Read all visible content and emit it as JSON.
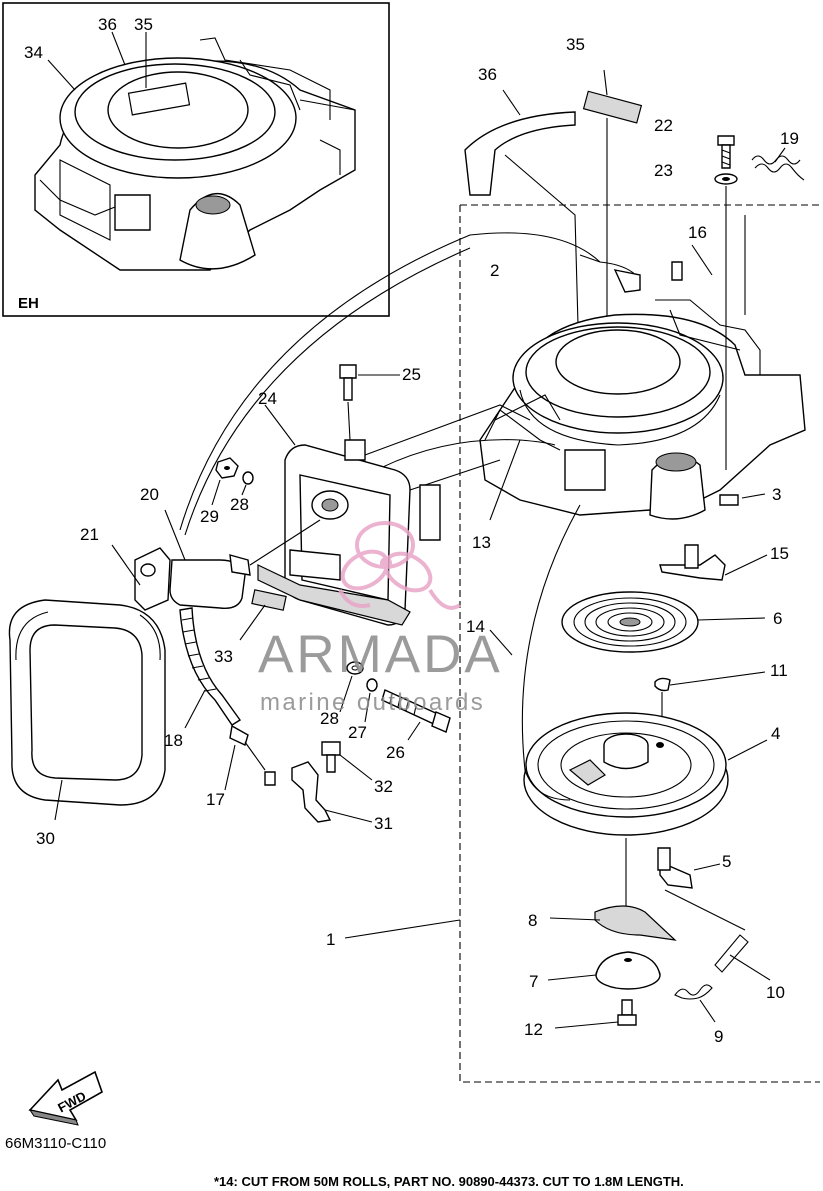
{
  "inset_label": "EH",
  "diagram_code": "66M3110-C110",
  "footnote": "*14: CUT FROM 50M ROLLS, PART NO. 90890-44373. CUT TO 1.8M LENGTH.",
  "fwd_label": "FWD",
  "watermark": {
    "brand": "ARMADA",
    "tagline": "marine outboards",
    "colors": {
      "logo": "#e9a6c9",
      "text": "#8a8a8a"
    }
  },
  "callouts": {
    "c1": "1",
    "c2": "2",
    "c3": "3",
    "c4": "4",
    "c5": "5",
    "c6": "6",
    "c7": "7",
    "c8": "8",
    "c9": "9",
    "c10": "10",
    "c11": "11",
    "c12": "12",
    "c13": "13",
    "c14": "14",
    "c15": "15",
    "c16": "16",
    "c17": "17",
    "c18": "18",
    "c19": "19",
    "c20": "20",
    "c21": "21",
    "c22": "22",
    "c23": "23",
    "c24": "24",
    "c25": "25",
    "c26": "26",
    "c27": "27",
    "c28a": "28",
    "c28b": "28",
    "c29": "29",
    "c30": "30",
    "c31": "31",
    "c32": "32",
    "c33": "33",
    "c34": "34",
    "c35a": "35",
    "c35b": "35",
    "c36a": "36",
    "c36b": "36"
  }
}
